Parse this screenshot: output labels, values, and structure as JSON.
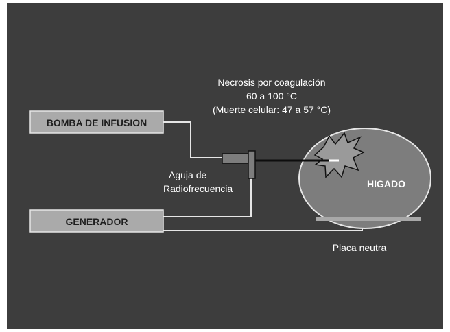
{
  "diagram": {
    "colors": {
      "background": "#3d3d3d",
      "box_fill": "#aaaaaa",
      "liver_fill": "#7d7d7d",
      "lines": "#e6e6e6",
      "text": "#ffffff",
      "box_text": "#1e1e1e",
      "plate": "#a8a8a8"
    },
    "necrosis_label": {
      "line1": "Necrosis por coagulación",
      "line2": "60 a 100 °C",
      "line3": "(Muerte celular: 47 a 57 °C)"
    },
    "pump_label": "BOMBA DE INFUSION",
    "generator_label": "GENERADOR",
    "needle_label": {
      "line1": "Aguja de",
      "line2": "Radiofrecuencia"
    },
    "liver_label": "HIGADO",
    "plate_label": "Placa neutra"
  }
}
